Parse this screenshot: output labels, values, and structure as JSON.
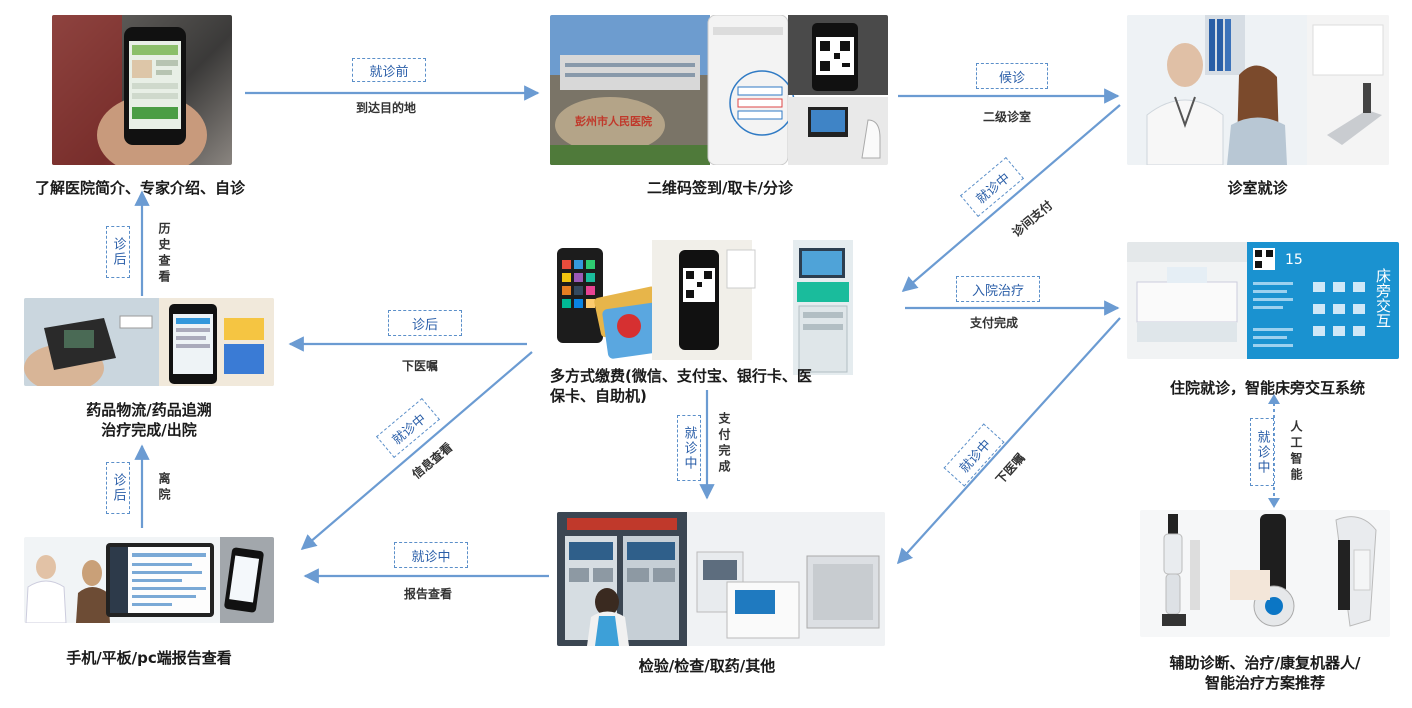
{
  "nodes": {
    "hospital_intro": "了解医院简介、专家介绍、自诊",
    "qr_checkin": "二维码签到/取卡/分诊",
    "consult_room": "诊室就诊",
    "payment_line1": "多方式缴费(微信、支付宝、银行卡、医",
    "payment_line2": "保卡、自助机)",
    "inpatient": "住院就诊，智能床旁交互系统",
    "drug_line1": "药品物流/药品追溯",
    "drug_line2": "治疗完成/出院",
    "report_view": "手机/平板/pc端报告查看",
    "exam": "检验/检查/取药/其他",
    "robot_line1": "辅助诊断、治疗/康复机器人/",
    "robot_line2": "智能治疗方案推荐"
  },
  "edges": {
    "e1_tag": "就诊前",
    "e1_note": "到达目的地",
    "e2_tag": "候诊",
    "e2_note": "二级诊室",
    "e3_tag": "就诊中",
    "e3_note": "诊间支付",
    "e4_tag": "入院治疗",
    "e4_note": "支付完成",
    "e5_tag": "诊后",
    "e5_note": "下医嘱",
    "e6_tag": "就诊中",
    "e6_note": "支付完成",
    "e7_tag": "就诊中",
    "e7_note": "信息查看",
    "e8_tag": "就诊中",
    "e8_note": "报告查看",
    "e9_tag": "就诊中",
    "e9_note": "下医嘱",
    "e10_tag": "诊后",
    "e10_note": "历史查看",
    "e11_tag": "诊后",
    "e11_note": "离院",
    "e12_tag": "就诊中",
    "e12_note": "人工智能"
  },
  "bedside_screen": {
    "number": "15",
    "title_side": "床旁交互"
  },
  "photo_caption_misc": "彭州市人民医院",
  "colors": {
    "arrow": "#6b9bd2",
    "tag_border": "#5b8fc9",
    "tag_text": "#2a5ea8"
  }
}
